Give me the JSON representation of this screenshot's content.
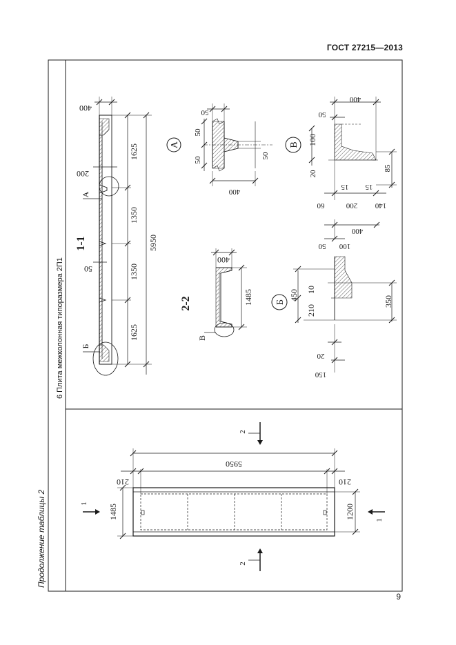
{
  "header": {
    "standard": "ГОСТ 27215—2013"
  },
  "footer": {
    "page_number": "9"
  },
  "sidebar": {
    "continuation": "Продолжение таблицы 2"
  },
  "table": {
    "row_title": "6 Плита межколонная типоразмера 2П1"
  },
  "plan": {
    "dims": {
      "length": "5950",
      "end_left": "210",
      "end_right": "210",
      "width": "1485",
      "inner": "1200"
    },
    "section_marks": {
      "s1_left": "1",
      "s1_right": "1",
      "s2_top": "2",
      "s2_bottom": "2"
    }
  },
  "section11": {
    "title": "1-1",
    "dims": {
      "total": "5950",
      "seg1": "1625",
      "seg2": "1350",
      "seg3": "1350",
      "seg4": "1625",
      "top": "400",
      "rib": "200",
      "flange": "50"
    },
    "callouts": {
      "a": "А",
      "b": "Б"
    }
  },
  "section22": {
    "title": "2-2",
    "dims": {
      "width": "1485",
      "height": "400"
    },
    "callouts": {
      "v": "В"
    }
  },
  "detailA": {
    "label": "А",
    "dims": {
      "top": "50",
      "left_a": "50",
      "left_b": "50",
      "right": "50",
      "bottom": "400"
    }
  },
  "detailB": {
    "label": "Б",
    "dims": {
      "a": "450",
      "b": "10",
      "c": "210",
      "d": "350",
      "e": "20",
      "f": "150",
      "g": "400",
      "h": "50",
      "i": "100"
    }
  },
  "detailV": {
    "label": "В",
    "dims": {
      "a": "100",
      "b": "20",
      "c": "15",
      "d": "15",
      "e": "85",
      "f": "60",
      "g": "200",
      "h": "140",
      "i": "400",
      "j": "50"
    }
  }
}
